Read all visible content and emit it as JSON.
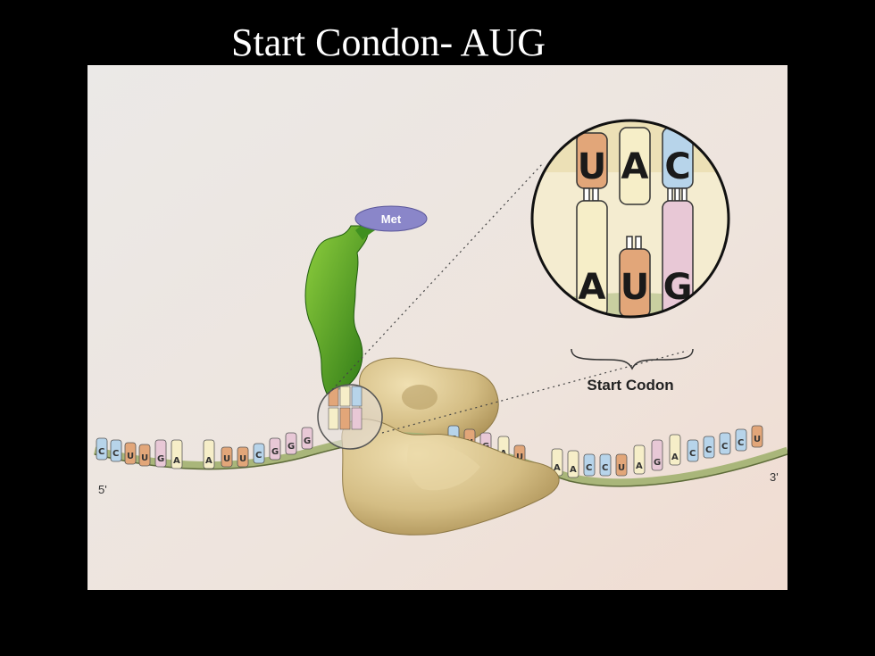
{
  "slide": {
    "title": "Start Condon- AUG"
  },
  "figure": {
    "amino_acid_label": "Met",
    "start_codon_label": "Start Codon",
    "five_prime_label": "5'",
    "three_prime_label": "3'",
    "anticodon": [
      "U",
      "A",
      "C"
    ],
    "codon": [
      "A",
      "U",
      "G"
    ],
    "mrna_left_bases": [
      "C",
      "C",
      "U",
      "U",
      "G",
      "A",
      "A",
      "U",
      "U",
      "C",
      "G",
      "G",
      "G"
    ],
    "mrna_right_bases": [
      "C",
      "U",
      "G",
      "A",
      "U",
      "A",
      "A",
      "C",
      "C",
      "U",
      "A",
      "G",
      "A",
      "C",
      "C",
      "C",
      "C",
      "U"
    ],
    "colors": {
      "background_top": "#e9e6e4",
      "background_bottom": "#f1dfd6",
      "ribosome": "#d4bd84",
      "trna": "#3f8f20",
      "met_label": "#8a86c9",
      "mrna_strand": "#a9b67a",
      "base_U": "#e2a679",
      "base_A": "#f6eec8",
      "base_C": "#b7d4ea",
      "base_G": "#e8c8d6"
    }
  }
}
